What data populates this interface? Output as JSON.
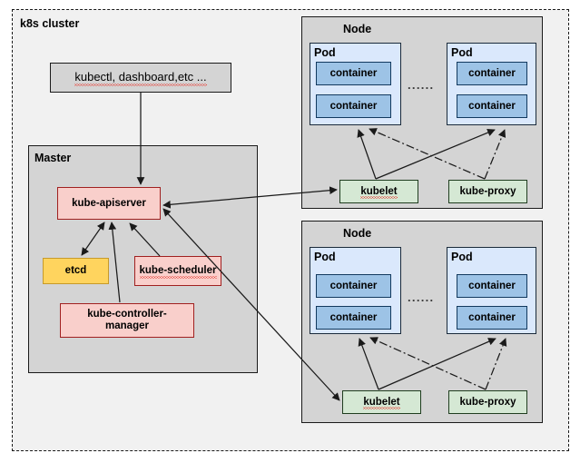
{
  "diagram": {
    "title": "k8s cluster",
    "colors": {
      "cluster_bg": "#f1f1f1",
      "panel_bg": "#d4d4d4",
      "pink": "#f9cfcb",
      "yellow": "#ffd45e",
      "green": "#d5e8d4",
      "container_blue": "#9dc3e6",
      "pod_blue": "#dae8fc",
      "stroke": "#1a1a1a",
      "spellcheck_red": "#e8453c"
    }
  },
  "client": {
    "label": "kubectl, dashboard,etc ...",
    "misspelled": [
      "kubectl",
      "dashboard,etc"
    ]
  },
  "master": {
    "title": "Master",
    "components": [
      {
        "id": "kube-apiserver",
        "label": "kube-apiserver",
        "color": "pink"
      },
      {
        "id": "etcd",
        "label": "etcd",
        "color": "yellow"
      },
      {
        "id": "kube-scheduler",
        "label": "kube-scheduler",
        "color": "pink",
        "misspelled": true
      },
      {
        "id": "kube-controller-manager",
        "label": "kube-controller-\nmanager",
        "line1": "kube-controller-",
        "line2": "manager",
        "color": "pink"
      }
    ]
  },
  "nodes": [
    {
      "title": "Node",
      "ellipsis": "......",
      "pods": [
        {
          "title": "Pod",
          "containers": [
            "container",
            "container"
          ]
        },
        {
          "title": "Pod",
          "containers": [
            "container",
            "container"
          ]
        }
      ],
      "agents": [
        {
          "id": "kubelet",
          "label": "kubelet",
          "color": "green",
          "misspelled": true
        },
        {
          "id": "kube-proxy",
          "label": "kube-proxy",
          "color": "green"
        }
      ]
    },
    {
      "title": "Node",
      "ellipsis": "......",
      "pods": [
        {
          "title": "Pod",
          "containers": [
            "container",
            "container"
          ]
        },
        {
          "title": "Pod",
          "containers": [
            "container",
            "container"
          ]
        }
      ],
      "agents": [
        {
          "id": "kubelet",
          "label": "kubelet",
          "color": "green",
          "misspelled": true
        },
        {
          "id": "kube-proxy",
          "label": "kube-proxy",
          "color": "green"
        }
      ]
    }
  ],
  "edges": [
    {
      "from": "kubectl, dashboard,etc ...",
      "to": "kube-apiserver",
      "style": "solid",
      "direction": "one-way"
    },
    {
      "from": "kube-apiserver",
      "to": "etcd",
      "style": "solid",
      "direction": "two-way"
    },
    {
      "from": "kube-scheduler",
      "to": "kube-apiserver",
      "style": "solid",
      "direction": "one-way"
    },
    {
      "from": "kube-controller-manager",
      "to": "kube-apiserver",
      "style": "solid",
      "direction": "one-way"
    },
    {
      "from": "kube-apiserver",
      "to": "kubelet (Node 1)",
      "style": "solid",
      "direction": "two-way"
    },
    {
      "from": "kube-apiserver",
      "to": "kubelet (Node 2)",
      "style": "solid",
      "direction": "two-way"
    },
    {
      "from": "kubelet (Node 1)",
      "to": "Pod 1 (Node 1)",
      "style": "solid",
      "direction": "one-way"
    },
    {
      "from": "kubelet (Node 1)",
      "to": "Pod 2 (Node 1)",
      "style": "solid",
      "direction": "one-way"
    },
    {
      "from": "kube-proxy (Node 1)",
      "to": "Pod 1 (Node 1)",
      "style": "dash-dot",
      "direction": "one-way"
    },
    {
      "from": "kube-proxy (Node 1)",
      "to": "Pod 2 (Node 1)",
      "style": "dash-dot",
      "direction": "one-way"
    },
    {
      "from": "kubelet (Node 2)",
      "to": "Pod 1 (Node 2)",
      "style": "solid",
      "direction": "one-way"
    },
    {
      "from": "kubelet (Node 2)",
      "to": "Pod 2 (Node 2)",
      "style": "solid",
      "direction": "one-way"
    },
    {
      "from": "kube-proxy (Node 2)",
      "to": "Pod 1 (Node 2)",
      "style": "dash-dot",
      "direction": "one-way"
    },
    {
      "from": "kube-proxy (Node 2)",
      "to": "Pod 2 (Node 2)",
      "style": "dash-dot",
      "direction": "one-way"
    }
  ]
}
